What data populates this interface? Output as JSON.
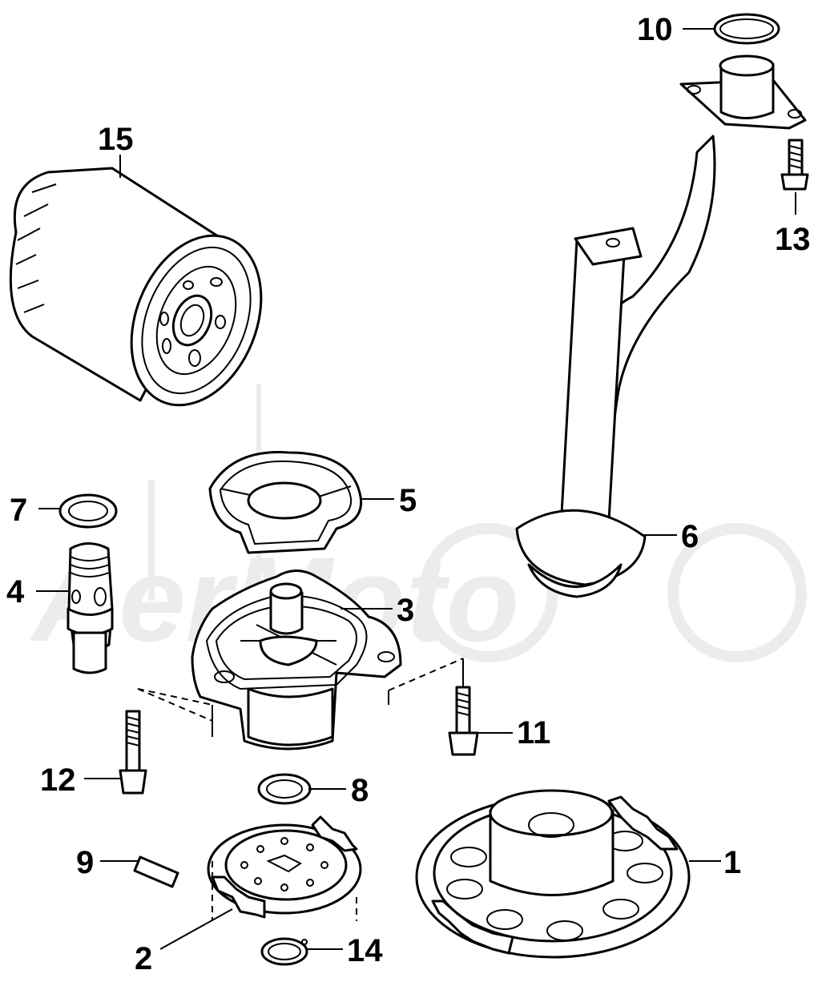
{
  "diagram": {
    "watermark_text": "AerMoto",
    "callouts": [
      {
        "id": "c1",
        "label": "1"
      },
      {
        "id": "c2",
        "label": "2"
      },
      {
        "id": "c3",
        "label": "3"
      },
      {
        "id": "c4",
        "label": "4"
      },
      {
        "id": "c5",
        "label": "5"
      },
      {
        "id": "c6",
        "label": "6"
      },
      {
        "id": "c7",
        "label": "7"
      },
      {
        "id": "c8",
        "label": "8"
      },
      {
        "id": "c9",
        "label": "9"
      },
      {
        "id": "c10",
        "label": "10"
      },
      {
        "id": "c11",
        "label": "11"
      },
      {
        "id": "c12",
        "label": "12"
      },
      {
        "id": "c13",
        "label": "13"
      },
      {
        "id": "c14",
        "label": "14"
      },
      {
        "id": "c15",
        "label": "15"
      }
    ],
    "colors": {
      "line": "#000000",
      "background": "#ffffff",
      "watermark": "#ececec"
    }
  }
}
